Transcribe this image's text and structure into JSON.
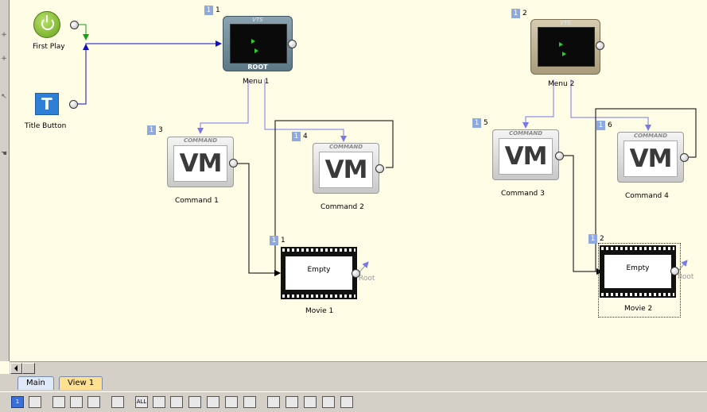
{
  "tabs": [
    {
      "label": "Main"
    },
    {
      "label": "View 1"
    }
  ],
  "toolbar": {
    "buttons": [
      "1",
      "ALL"
    ]
  },
  "nodes": {
    "first_play": {
      "label": "First Play"
    },
    "title_button": {
      "label": "Title Button",
      "glyph": "T"
    },
    "menu1": {
      "label": "Menu 1",
      "vts": "VTS",
      "root": "ROOT",
      "index": "1",
      "badge": "1"
    },
    "menu2": {
      "label": "Menu 2",
      "vts": "VTS",
      "index": "2",
      "badge": "1"
    },
    "command1": {
      "label": "Command 1",
      "header": "COMMAND",
      "face": "VM",
      "index": "3",
      "badge": "1"
    },
    "command2": {
      "label": "Command 2",
      "header": "COMMAND",
      "face": "VM",
      "index": "4",
      "badge": "1"
    },
    "command3": {
      "label": "Command 3",
      "header": "COMMAND",
      "face": "VM",
      "index": "5",
      "badge": "1"
    },
    "command4": {
      "label": "Command 4",
      "header": "COMMAND",
      "face": "VM",
      "index": "6",
      "badge": "1"
    },
    "movie1": {
      "label": "Movie 1",
      "content": "Empty",
      "port": "Root",
      "index": "1",
      "badge": "1"
    },
    "movie2": {
      "label": "Movie 2",
      "content": "Empty",
      "port": "Root",
      "index": "2",
      "badge": "1"
    }
  },
  "colors": {
    "canvas": "#fffde6",
    "wire_blue": "#1010c0",
    "wire_light": "#7878e8",
    "wire_green": "#10a010",
    "wire_black": "#000000"
  }
}
